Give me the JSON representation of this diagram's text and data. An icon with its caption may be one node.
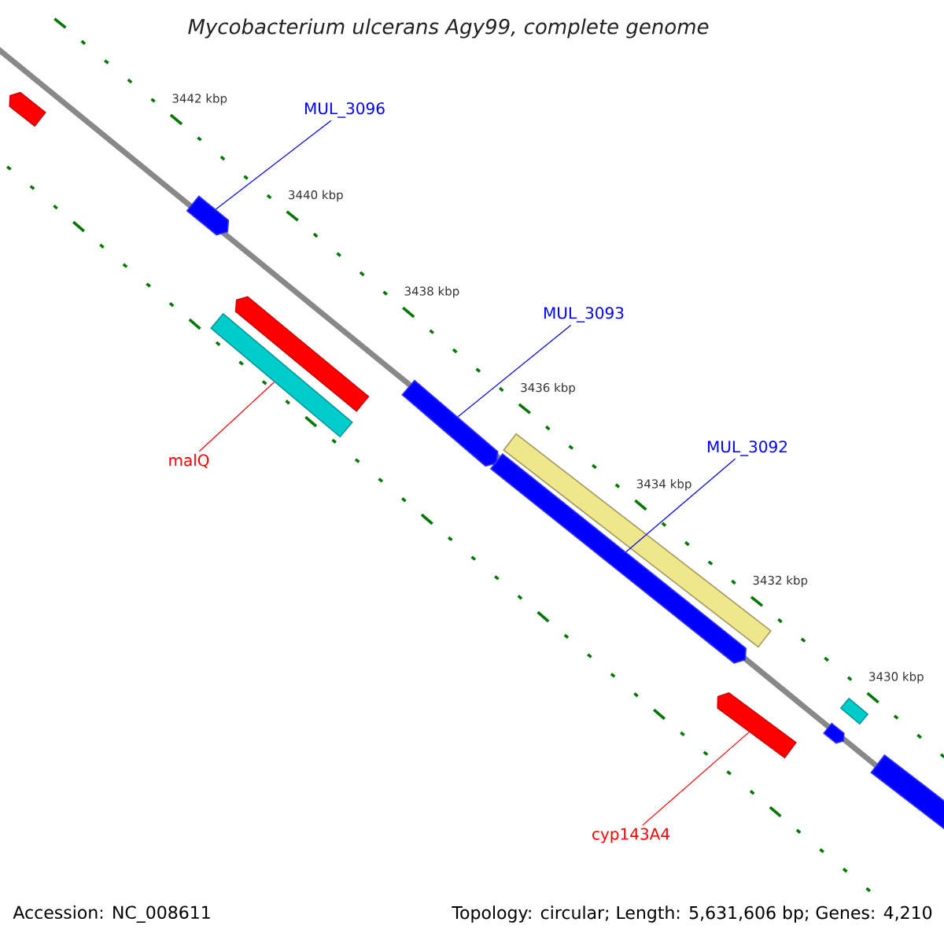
{
  "diagram": {
    "title": "Mycobacterium ulcerans Agy99, complete genome",
    "nodes": [
      {
        "text": [
          "MUL_3096"
        ]
      },
      {
        "text": [],
        "shape": "bar"
      },
      {
        "text": [
          "MUL_3093"
        ]
      },
      {
        "text": [],
        "shape": "bar"
      },
      {
        "text": [
          "malQ"
        ]
      },
      {
        "text": [],
        "shape": "bar"
      },
      {
        "text": [
          "MUL_3092"
        ]
      },
      {
        "text": [],
        "shape": "bar"
      },
      {
        "text": [
          "cyp143A4"
        ]
      },
      {
        "text": [],
        "shape": "bar"
      },
      {
        "text": [],
        "shape": "bar"
      },
      {
        "text": [],
        "shape": "bar"
      },
      {
        "text": [],
        "shape": "bar"
      },
      {
        "text": [],
        "shape": "bar"
      },
      {
        "text": [],
        "shape": "bar"
      },
      {
        "text": [],
        "shape": "bar"
      }
    ],
    "edges": [
      {
        "from": 0,
        "to": 1,
        "arrow": "none",
        "color": "#0000ff"
      },
      {
        "from": 2,
        "to": 3,
        "arrow": "none",
        "color": "#0000ff"
      },
      {
        "from": 4,
        "to": 5,
        "arrow": "none",
        "color": "#ff0000"
      },
      {
        "from": 6,
        "to": 7,
        "arrow": "none",
        "color": "#0000ff"
      },
      {
        "from": 8,
        "to": 9,
        "arrow": "none",
        "color": "#ff0000"
      }
    ],
    "labels": [
      "3442 kbp",
      "3440 kbp",
      "3438 kbp",
      "3436 kbp",
      "3434 kbp",
      "3432 kbp",
      "3430 kbp",
      "Accession: NC_008611",
      "Topology: circular; Length: 5,631,606 bp; Genes: 4,210"
    ]
  }
}
